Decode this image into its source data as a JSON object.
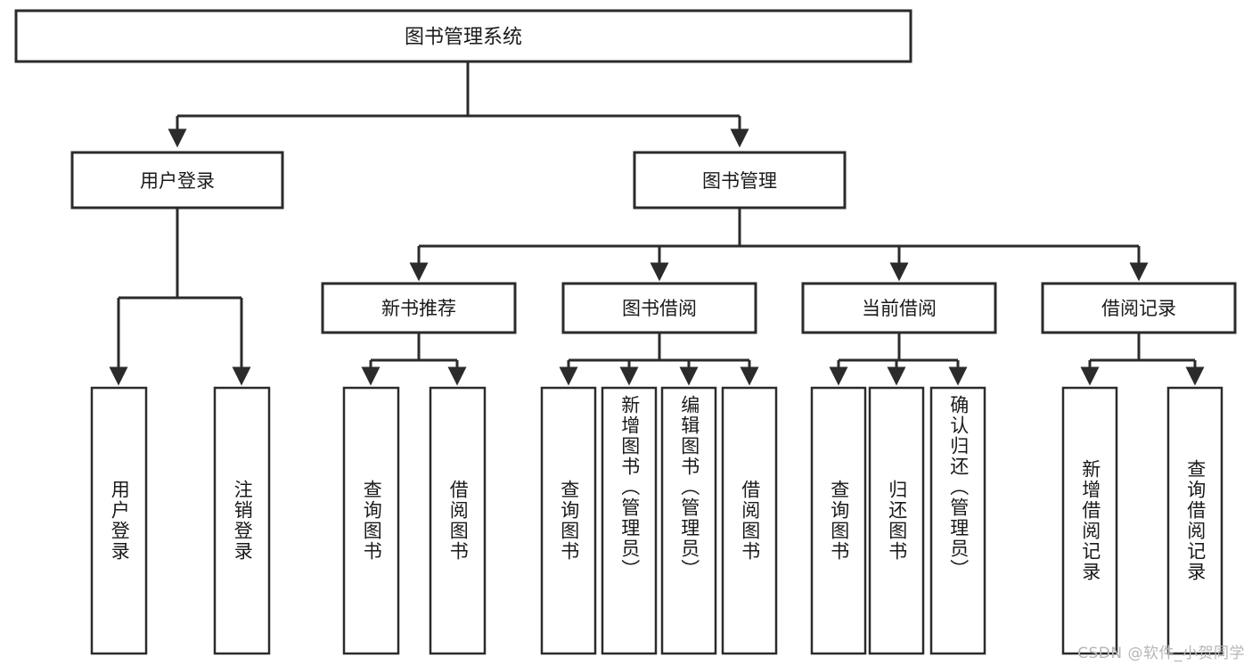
{
  "diagram": {
    "title": "图书管理系统",
    "type": "tree-hierarchy",
    "watermark": "CSDN @软件_小贺同学",
    "colors": {
      "stroke": "#2b2b2b",
      "fill": "#ffffff",
      "text": "#1a1a1a",
      "watermark": "#b6b6b6",
      "background": "#ffffff"
    },
    "root": {
      "label": "图书管理系统"
    },
    "level2": [
      {
        "label": "用户登录"
      },
      {
        "label": "图书管理"
      }
    ],
    "level3": [
      {
        "label": "新书推荐"
      },
      {
        "label": "图书借阅"
      },
      {
        "label": "当前借阅"
      },
      {
        "label": "借阅记录"
      }
    ],
    "leaves": {
      "user_login": [
        {
          "label": "用户登录"
        },
        {
          "label": "注销登录"
        }
      ],
      "new_book_recommend": [
        {
          "label": "查询图书"
        },
        {
          "label": "借阅图书"
        }
      ],
      "book_borrow": [
        {
          "label": "查询图书"
        },
        {
          "label": "新增图书（管理员）"
        },
        {
          "label": "编辑图书（管理员）"
        },
        {
          "label": "借阅图书"
        }
      ],
      "current_borrow": [
        {
          "label": "查询图书"
        },
        {
          "label": "归还图书"
        },
        {
          "label": "确认归还（管理员）"
        }
      ],
      "borrow_record": [
        {
          "label": "新增借阅记录"
        },
        {
          "label": "查询借阅记录"
        }
      ]
    }
  }
}
